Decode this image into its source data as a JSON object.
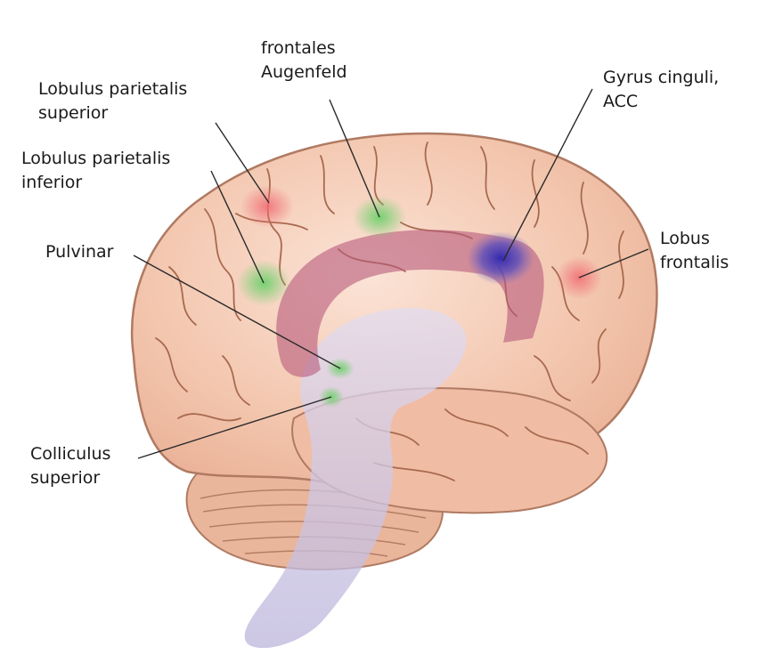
{
  "labels": {
    "lobulus_parietalis_superior": [
      "Lobulus parietalis",
      "superior"
    ],
    "frontales_augenfeld": [
      "frontales",
      "Augenfeld"
    ],
    "gyrus_cinguli": [
      "Gyrus cinguli,",
      "ACC"
    ],
    "lobulus_parietalis_inferior": [
      "Lobulus parietalis",
      "inferior"
    ],
    "pulvinar": [
      "Pulvinar"
    ],
    "lobus_frontalis": [
      "Lobus",
      "frontalis"
    ],
    "colliculus_superior": [
      "Colliculus",
      "superior"
    ]
  },
  "colors": {
    "brain_fill": "#f2c7b0",
    "brain_outline": "#b07a62",
    "gyri_line": "#a86a4f",
    "cerebellum": "#e8b49b",
    "cingulate_band": "#c06a86",
    "brainstem": "#c9c3e3",
    "spot_red": "#f07f86",
    "spot_green": "#7fd37c",
    "spot_blue": "#3a35b8",
    "leader_line": "#2a2a2a"
  },
  "markers": [
    {
      "name": "lobulus-parietalis-superior-spot",
      "color": "red"
    },
    {
      "name": "frontales-augenfeld-spot",
      "color": "green"
    },
    {
      "name": "acc-spot",
      "color": "blue"
    },
    {
      "name": "lobulus-parietalis-inferior-spot",
      "color": "green"
    },
    {
      "name": "lobus-frontalis-spot",
      "color": "red"
    },
    {
      "name": "pulvinar-spot",
      "color": "green"
    },
    {
      "name": "colliculus-superior-spot",
      "color": "green"
    }
  ]
}
